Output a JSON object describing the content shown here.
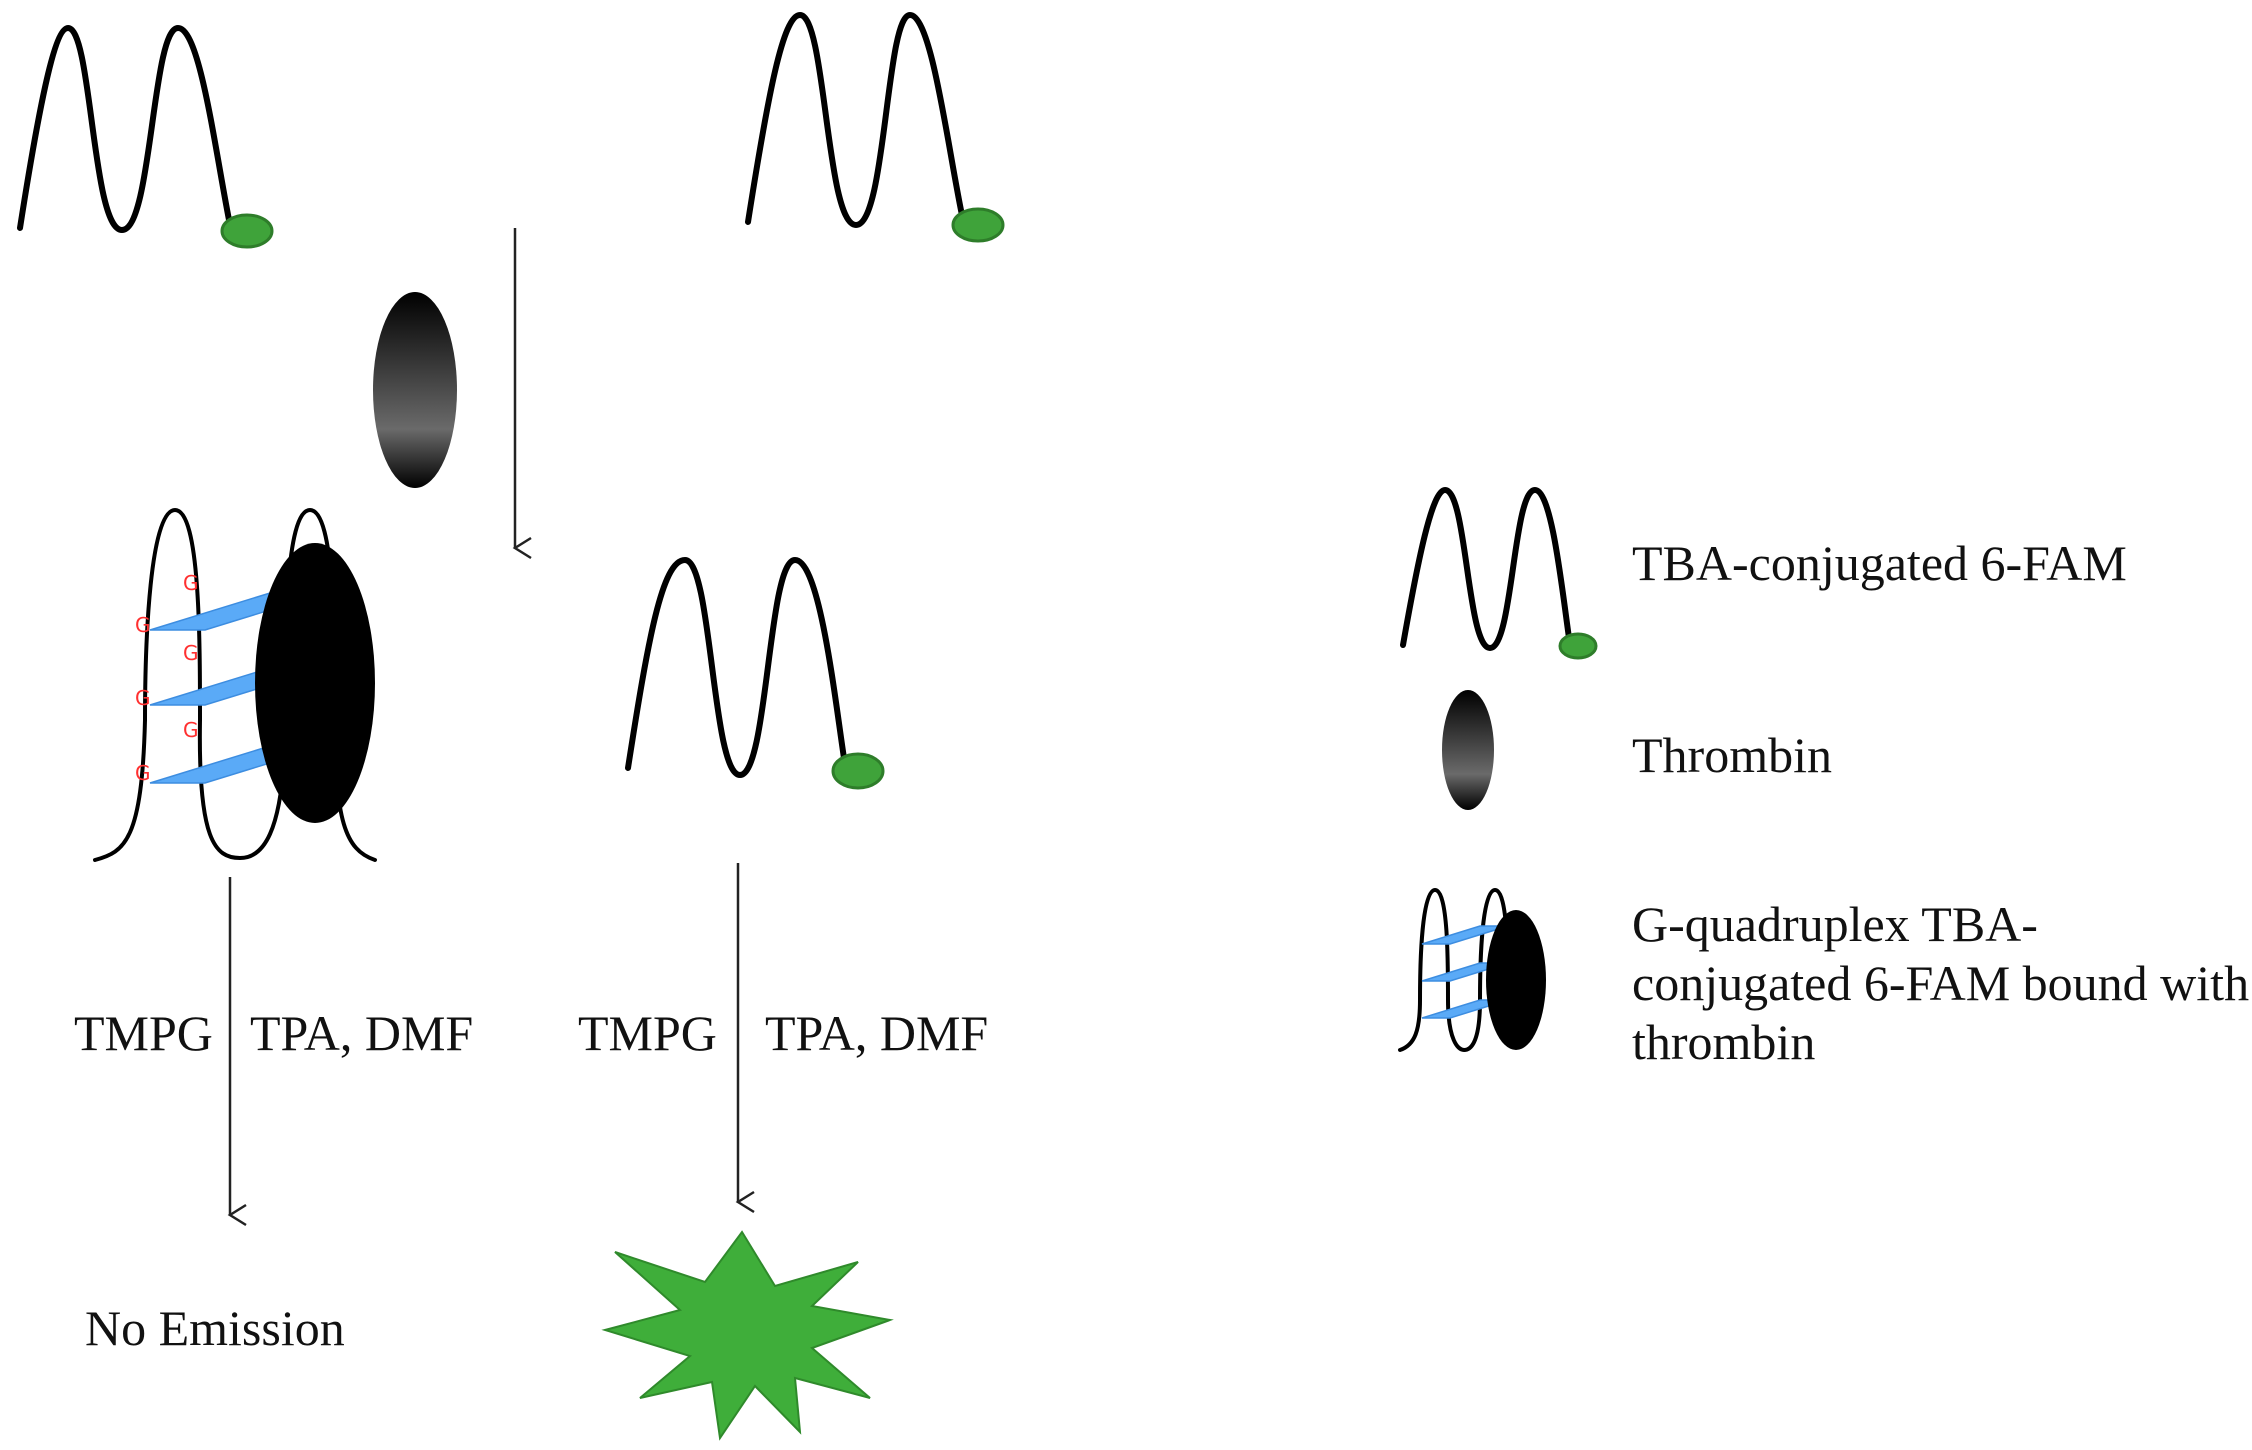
{
  "colors": {
    "strand": "#000000",
    "fluorophore": "#3fa33a",
    "fluorophore_edge": "#2e7d2a",
    "thrombin_dark": "#000000",
    "thrombin_light": "#6a6a6a",
    "tetrad": "#5aaaf7",
    "guanine": "#ff3030",
    "emission": "#3fae3a",
    "arrow": "#222222"
  },
  "labels": {
    "reagent_left_a": "TMPG",
    "reagent_left_b": "TPA, DMF",
    "reagent_right_a": "TMPG",
    "reagent_right_b": "TPA, DMF",
    "no_emission": "No Emission",
    "guanine_letter": "G"
  },
  "legend": {
    "tba_label": "TBA-conjugated 6-FAM",
    "thrombin_label": "Thrombin",
    "complex_label": "G-quadruplex TBA-conjugated 6-FAM bound with thrombin"
  }
}
